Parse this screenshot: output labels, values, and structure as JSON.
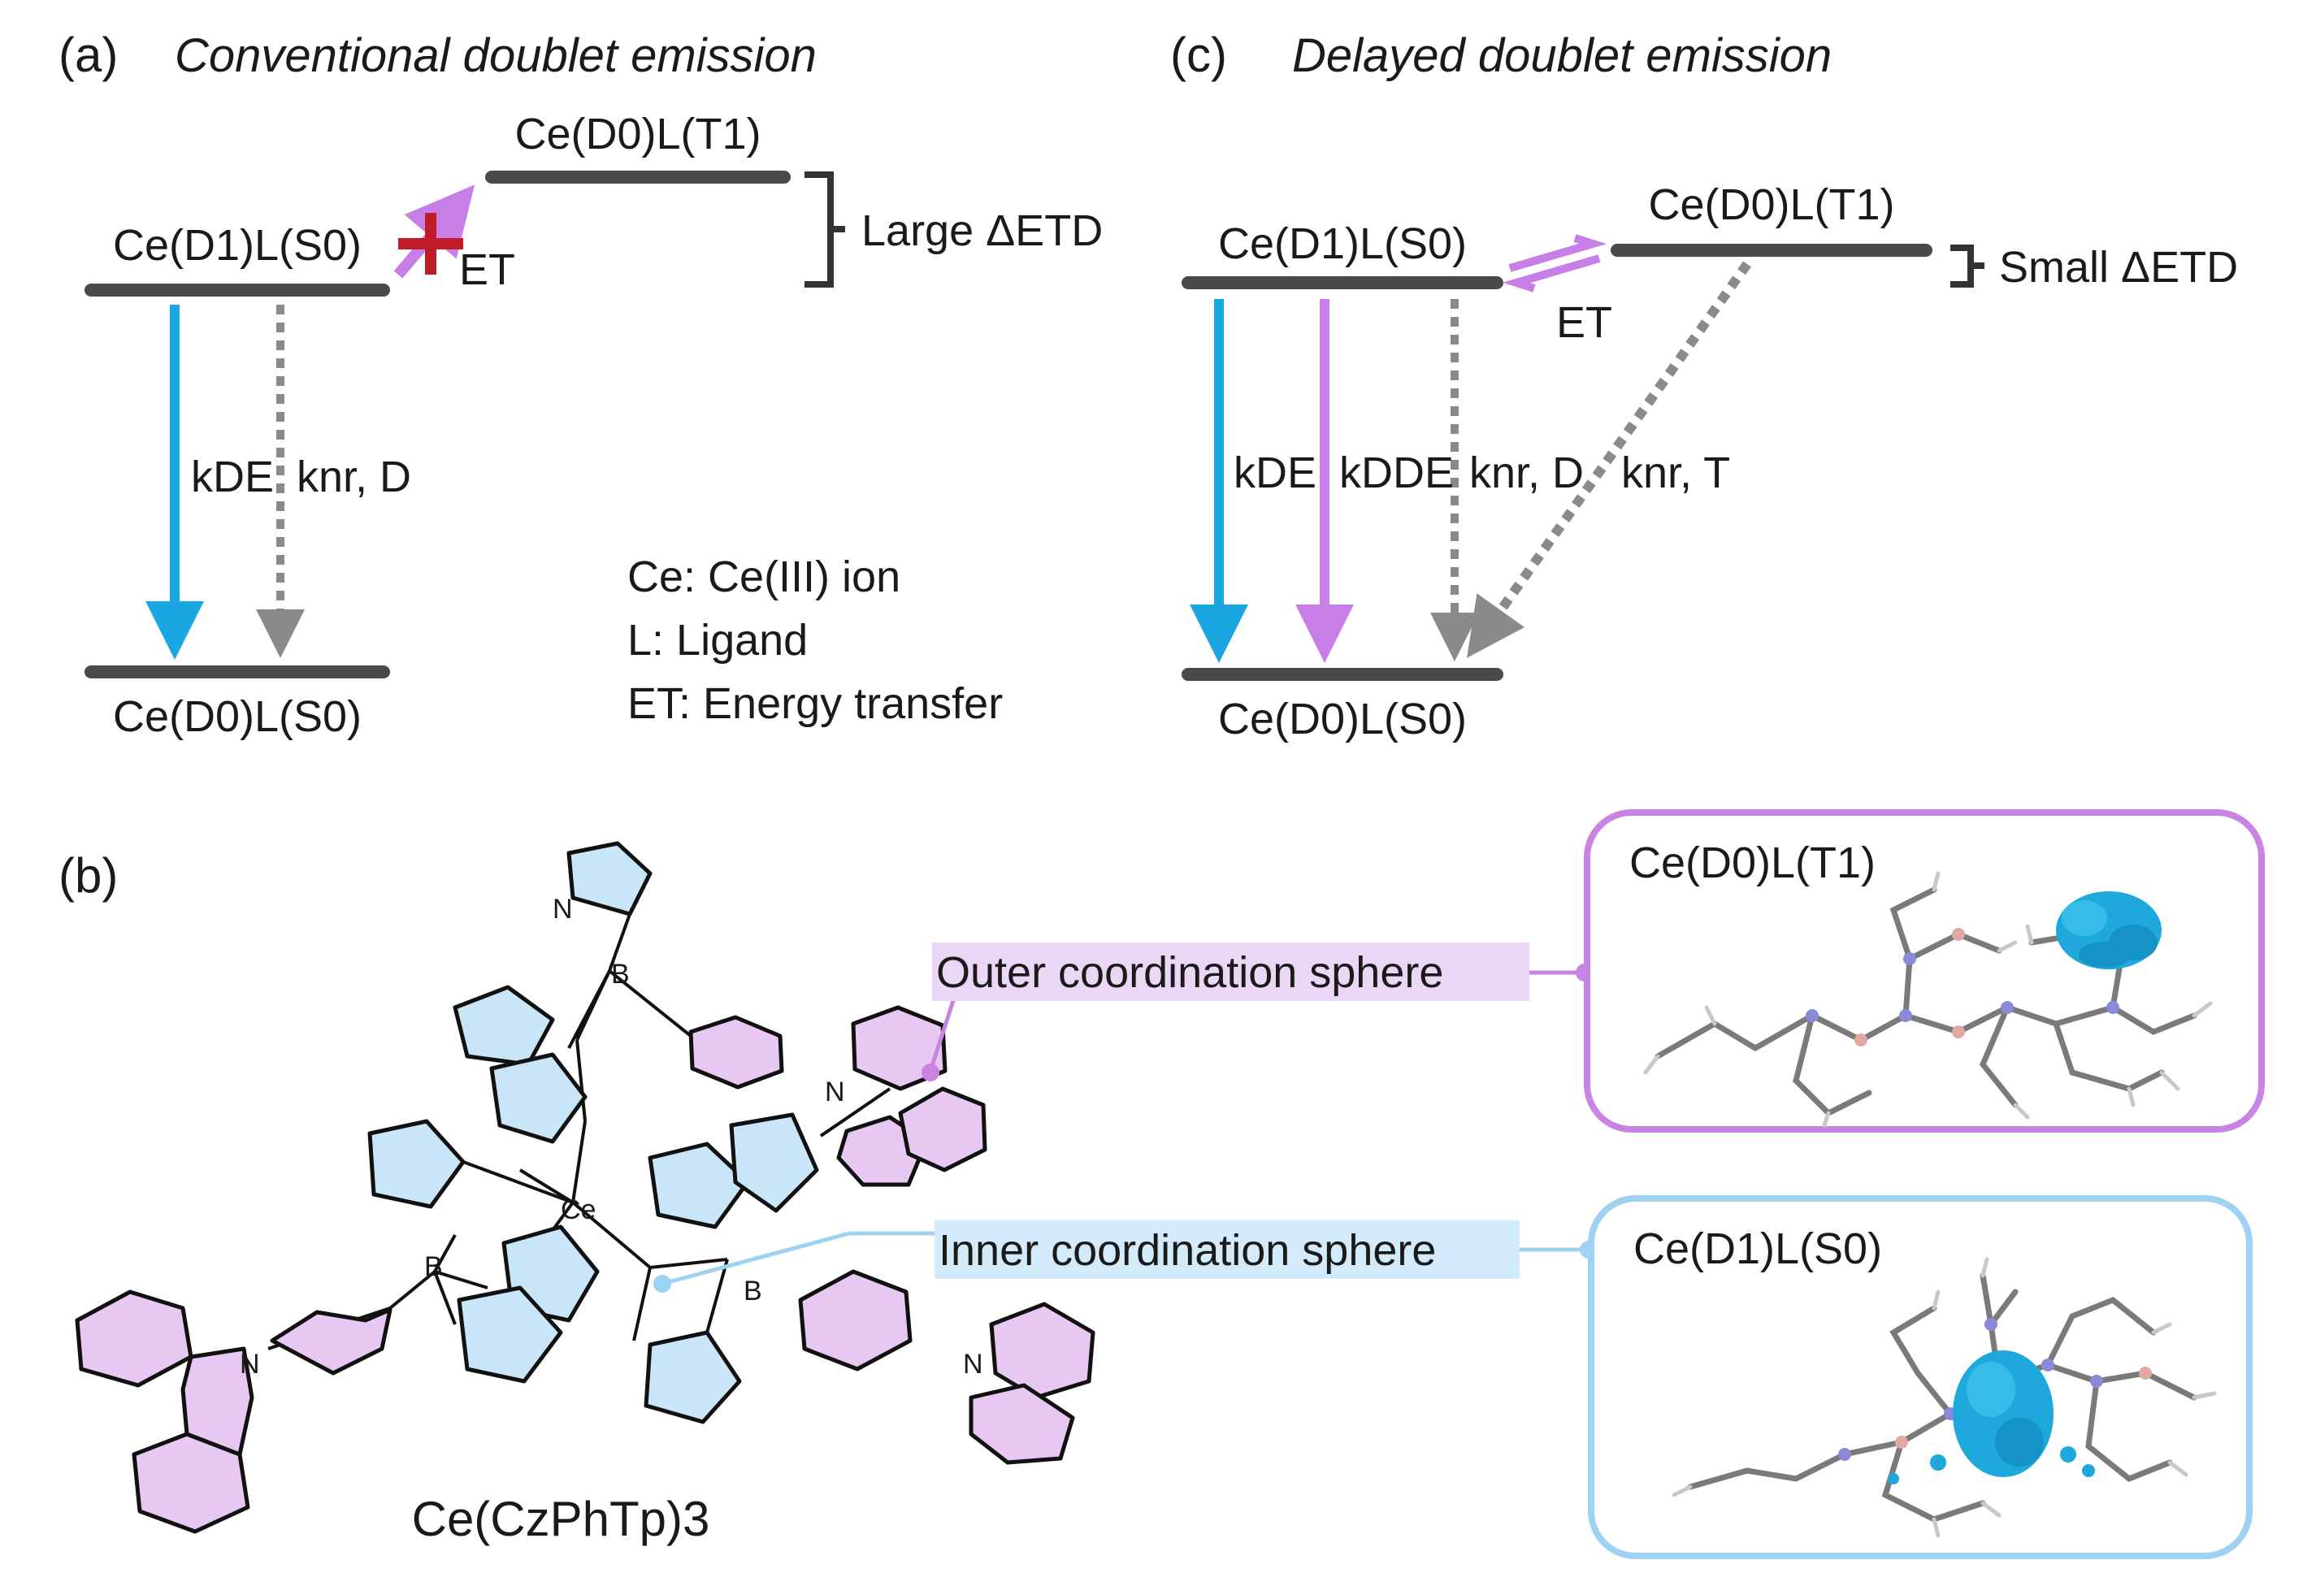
{
  "panel_a": {
    "letter": "(a)",
    "title": "Conventional doublet emission",
    "excited_level": "Ce(D1)L(S0)",
    "triplet_level": "Ce(D0)L(T1)",
    "ground_level": "Ce(D0)L(S0)",
    "et_label": "ET",
    "gap_label": "Large ΔETD",
    "k_de": "kDE",
    "k_nr_d": "knr, D"
  },
  "legend": {
    "line1": "Ce: Ce(III) ion",
    "line2": "L: Ligand",
    "line3": "ET: Energy transfer"
  },
  "panel_c": {
    "letter": "(c)",
    "title": "Delayed doublet emission",
    "excited_level": "Ce(D1)L(S0)",
    "triplet_level": "Ce(D0)L(T1)",
    "ground_level": "Ce(D0)L(S0)",
    "et_label": "ET",
    "gap_label": "Small ΔETD",
    "k_de": "kDE",
    "k_dde": "kDDE",
    "k_nr_d": "knr, D",
    "k_nr_t": "knr, T"
  },
  "panel_b": {
    "letter": "(b)",
    "compound": "Ce(CzPhTp)3",
    "outer_label": "Outer coordination sphere",
    "inner_label": "Inner coordination sphere",
    "outer_state": "Ce(D0)L(T1)",
    "inner_state": "Ce(D1)L(S0)",
    "atoms": {
      "ce": "Ce",
      "boron": "B",
      "nitrogen": "N"
    }
  },
  "colors": {
    "blue_arrow": "#1aa6e0",
    "purple_arrow": "#c77ee6",
    "gray_arrow": "#8a8a8a",
    "red_cross": "#c01c28",
    "level": "#4a4a4a",
    "purple_box": "#c983e3",
    "blue_box": "#9fd1f2",
    "purple_fill": "#e6c8f2",
    "blue_fill": "#c9e6f8",
    "spin_density": "#1ea8dc"
  }
}
